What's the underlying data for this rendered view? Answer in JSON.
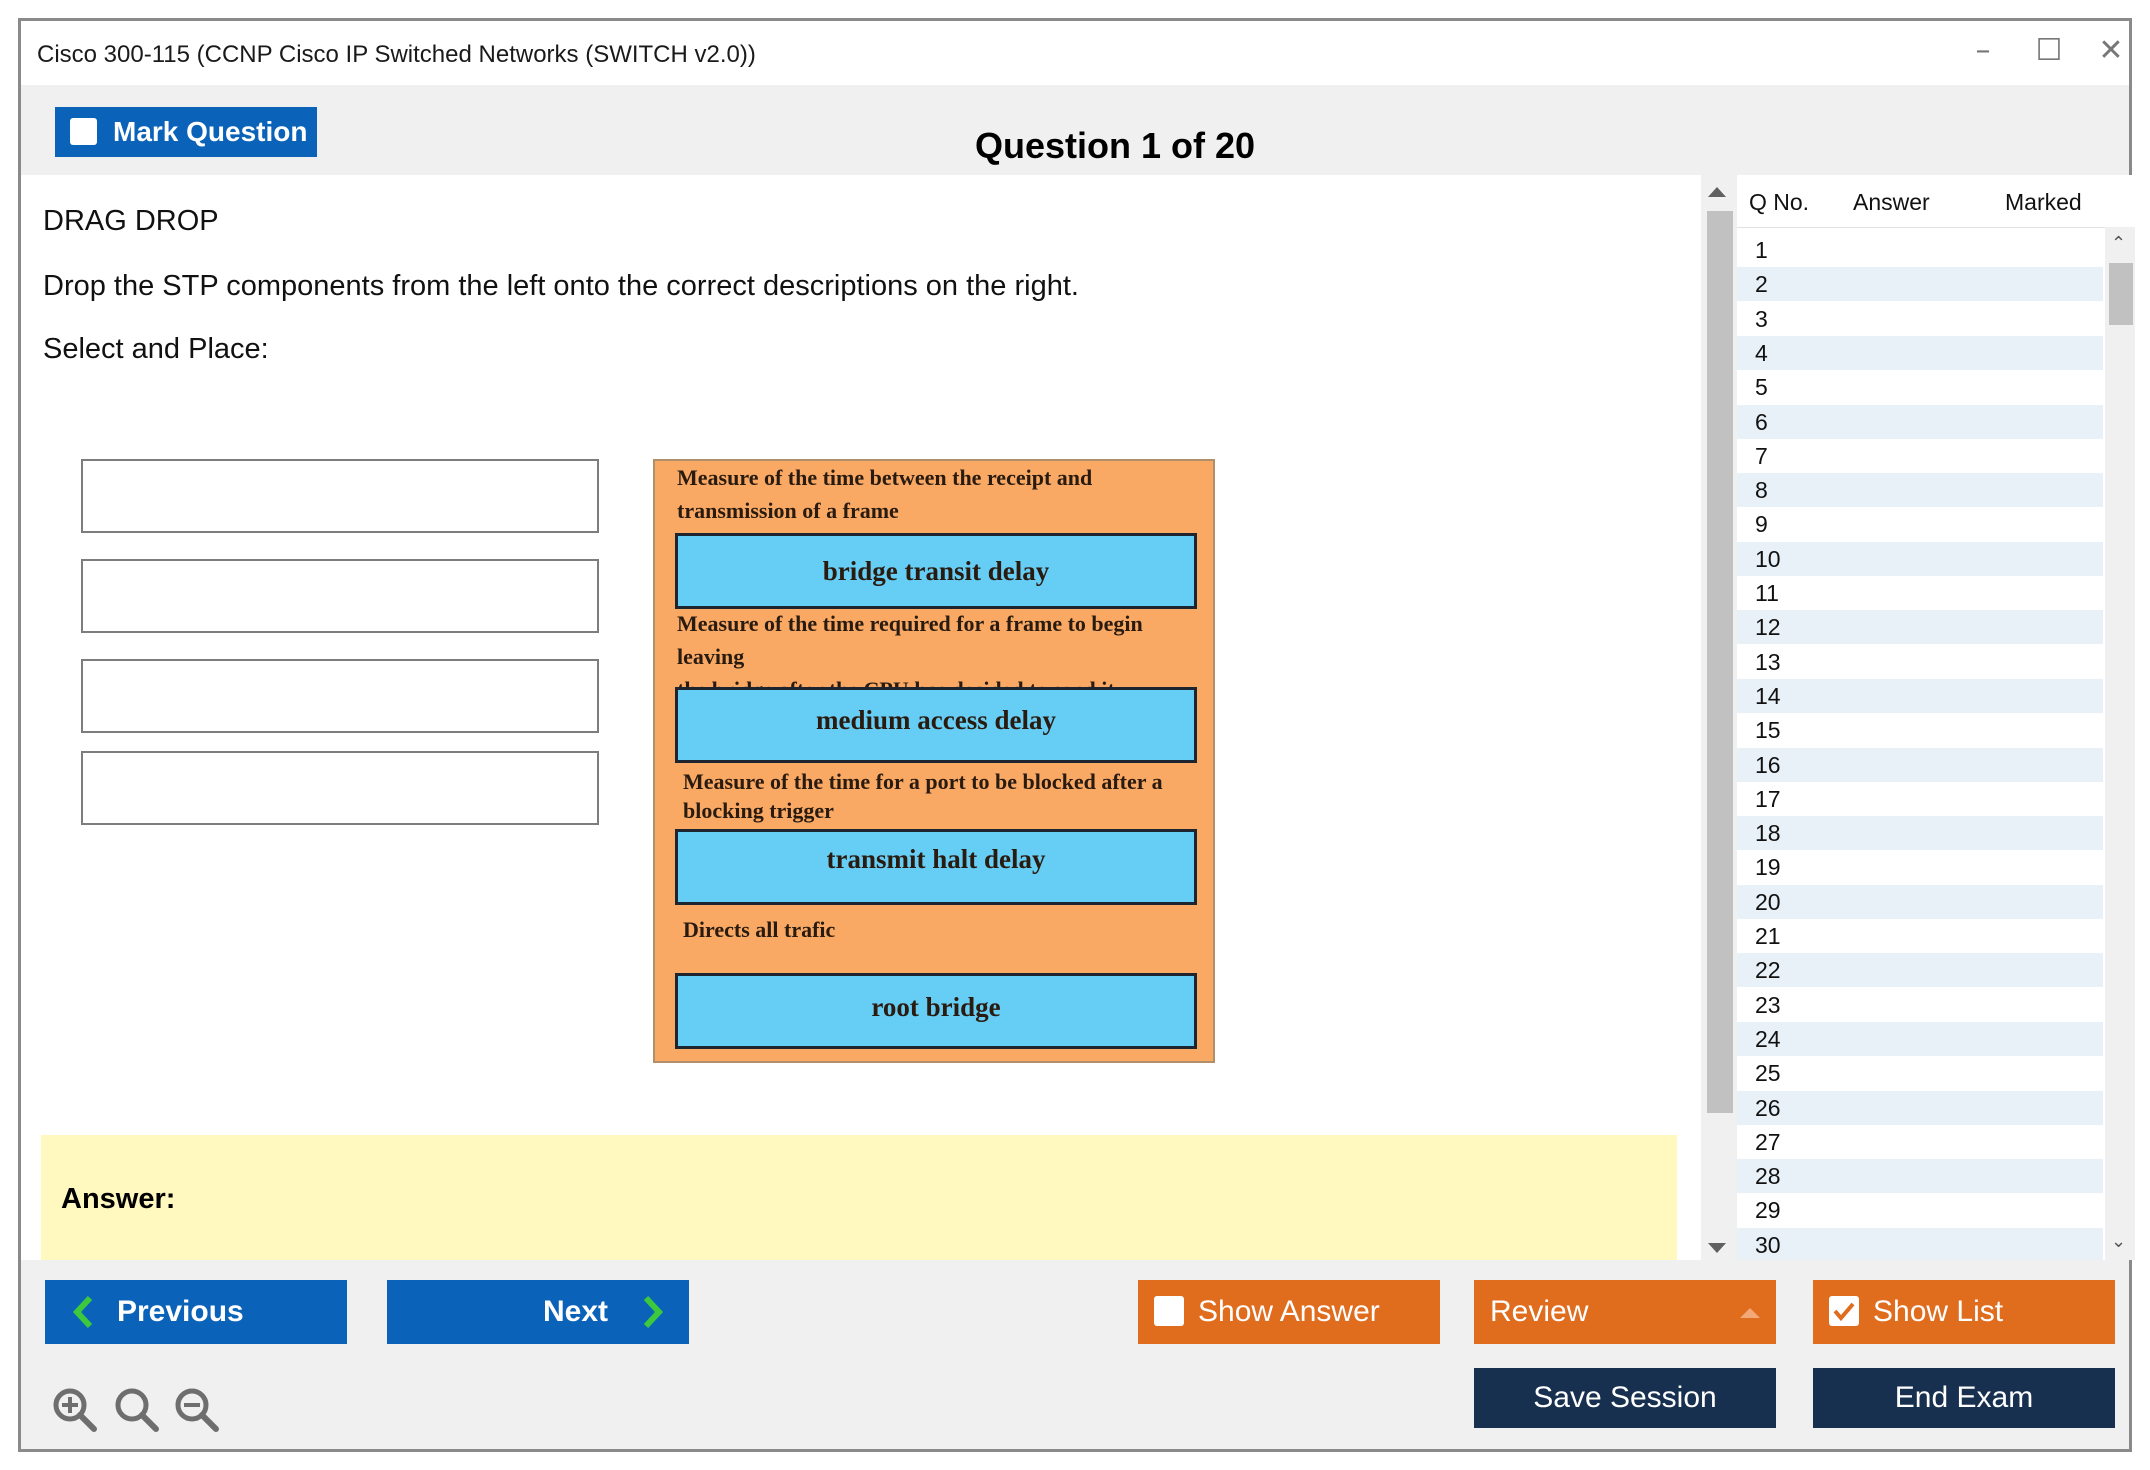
{
  "window": {
    "title": "Cisco 300-115 (CCNP Cisco IP Switched Networks (SWITCH v2.0))",
    "controls": {
      "minimize": "–",
      "maximize": "☐",
      "close": "✕"
    }
  },
  "toolbar": {
    "mark_label": "Mark Question",
    "question_header": "Question 1 of 20"
  },
  "question": {
    "type": "DRAG DROP",
    "text": "Drop the STP components from the left onto the correct descriptions on the right.",
    "subtext": "Select and Place:",
    "drop_targets": [
      "",
      "",
      "",
      ""
    ],
    "descriptions": [
      {
        "line1": "Measure of the time between the receipt and",
        "line2": "transmission of a frame",
        "box": "bridge transit delay"
      },
      {
        "line1": "Measure of the time required for a frame to begin leaving",
        "line2": "the bridge after the CPU has decided to send it",
        "box": "medium access delay"
      },
      {
        "line1": "Measure of the time for a port to be blocked after a",
        "line2": "blocking trigger",
        "box": "transmit halt delay"
      },
      {
        "line1": "Directs all trafic",
        "line2": "",
        "box": "root bridge"
      }
    ],
    "answer_label": "Answer:"
  },
  "question_list": {
    "headers": {
      "qno": "Q No.",
      "answer": "Answer",
      "marked": "Marked"
    },
    "rows": [
      "1",
      "2",
      "3",
      "4",
      "5",
      "6",
      "7",
      "8",
      "9",
      "10",
      "11",
      "12",
      "13",
      "14",
      "15",
      "16",
      "17",
      "18",
      "19",
      "20",
      "21",
      "22",
      "23",
      "24",
      "25",
      "26",
      "27",
      "28",
      "29",
      "30"
    ]
  },
  "buttons": {
    "previous": "Previous",
    "next": "Next",
    "show_answer": "Show Answer",
    "review": "Review",
    "show_list": "Show List",
    "save_session": "Save Session",
    "end_exam": "End Exam"
  },
  "icons": {
    "zoom_in": "zoom-in-icon",
    "zoom_reset": "zoom-reset-icon",
    "zoom_out": "zoom-out-icon"
  },
  "colors": {
    "primary_blue": "#0a63b8",
    "action_orange": "#e06c1e",
    "navy": "#17304f",
    "answer_bg": "#fff8bf",
    "panel_orange": "#f9a963",
    "component_blue": "#66cdf5",
    "arrow_green": "#3cc93c"
  }
}
